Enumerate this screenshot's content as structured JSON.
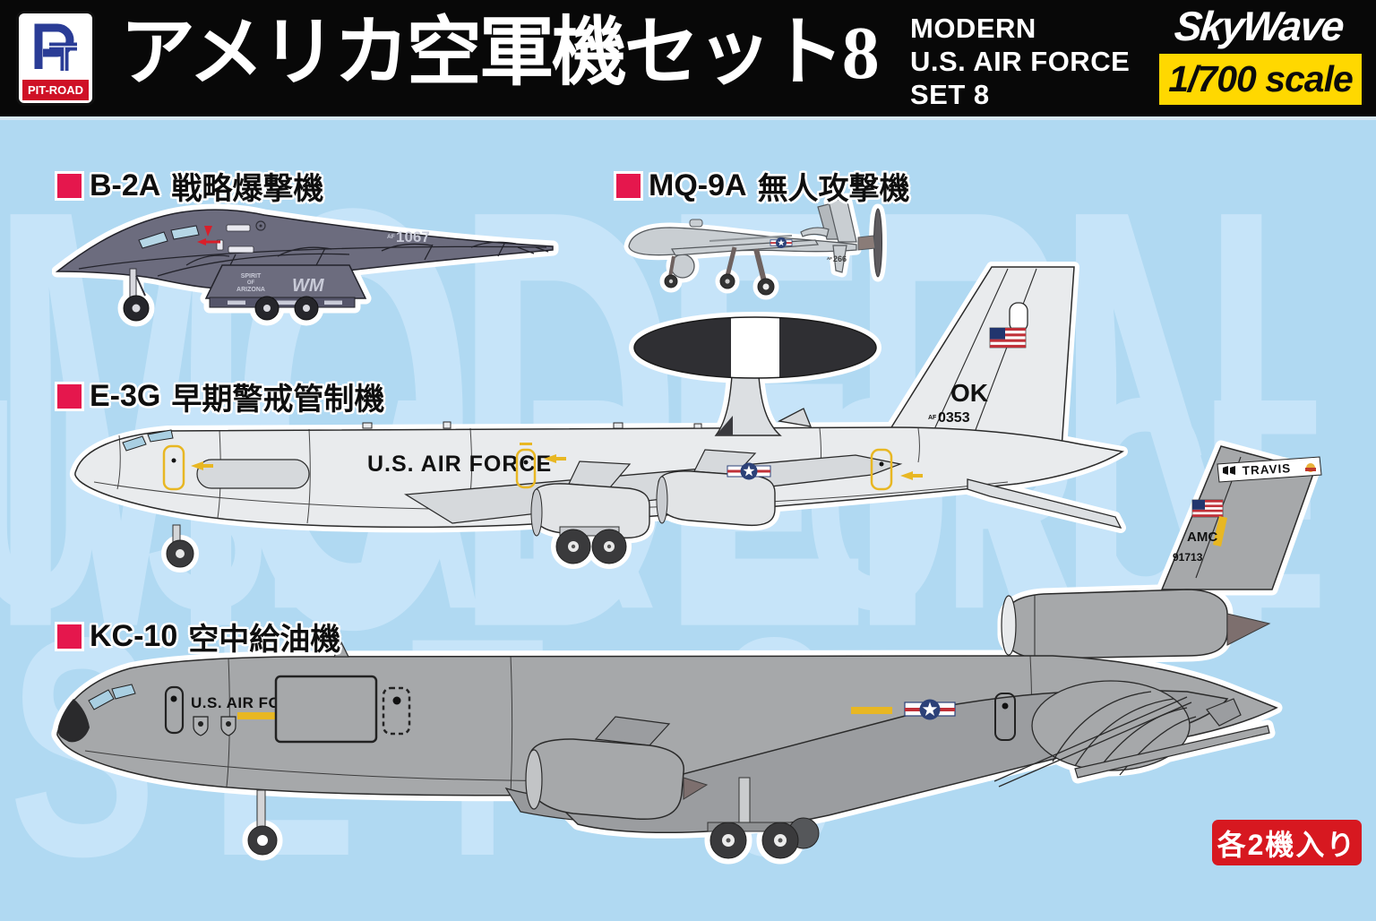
{
  "header": {
    "brand": {
      "name": "PIT-ROAD",
      "monogram": "PT"
    },
    "title_jp": "アメリカ空軍機セット8",
    "subtitle_lines": [
      "MODERN",
      "U.S. AIR FORCE",
      "SET 8"
    ],
    "series_logo": "SkyWave",
    "scale_badge": "1/700 scale"
  },
  "watermark": {
    "line1": "MODERN",
    "line2": "U.S. AIR FORCE",
    "line3": "SET 8"
  },
  "aircraft": {
    "b2a": {
      "code": "B-2A",
      "name": "戦略爆撃機",
      "serial_prefix": "AF",
      "serial": "1067",
      "tail_code": "WM",
      "nose_art": [
        "SPIRIT",
        "OF",
        "ARIZONA"
      ]
    },
    "mq9a": {
      "code": "MQ-9A",
      "name": "無人攻撃機",
      "serial_prefix": "AF",
      "serial": "266"
    },
    "e3g": {
      "code": "E-3G",
      "name": "早期警戒管制機",
      "fuselage_text": "U.S. AIR FORCE",
      "tail_code": "OK",
      "serial_prefix": "AF",
      "serial": "0353"
    },
    "kc10": {
      "code": "KC-10",
      "name": "空中給油機",
      "fuselage_text": "U.S. AIR FORCE",
      "tail_banner": "TRAVIS",
      "command": "AMC",
      "serial": "91713"
    }
  },
  "badge": {
    "text": "各2機入り"
  },
  "colors": {
    "background": "#b0d9f2",
    "watermark": "#c6e4f9",
    "accent_red": "#e5174d",
    "badge_red": "#d71820",
    "scale_yellow": "#ffd800",
    "logo_blue": "#2a3c96",
    "marking_yellow": "#e8b723",
    "b2_gray": "#6c6c7e",
    "e3_gray": "#e9ebed",
    "kc10_gray": "#a6a8aa"
  }
}
